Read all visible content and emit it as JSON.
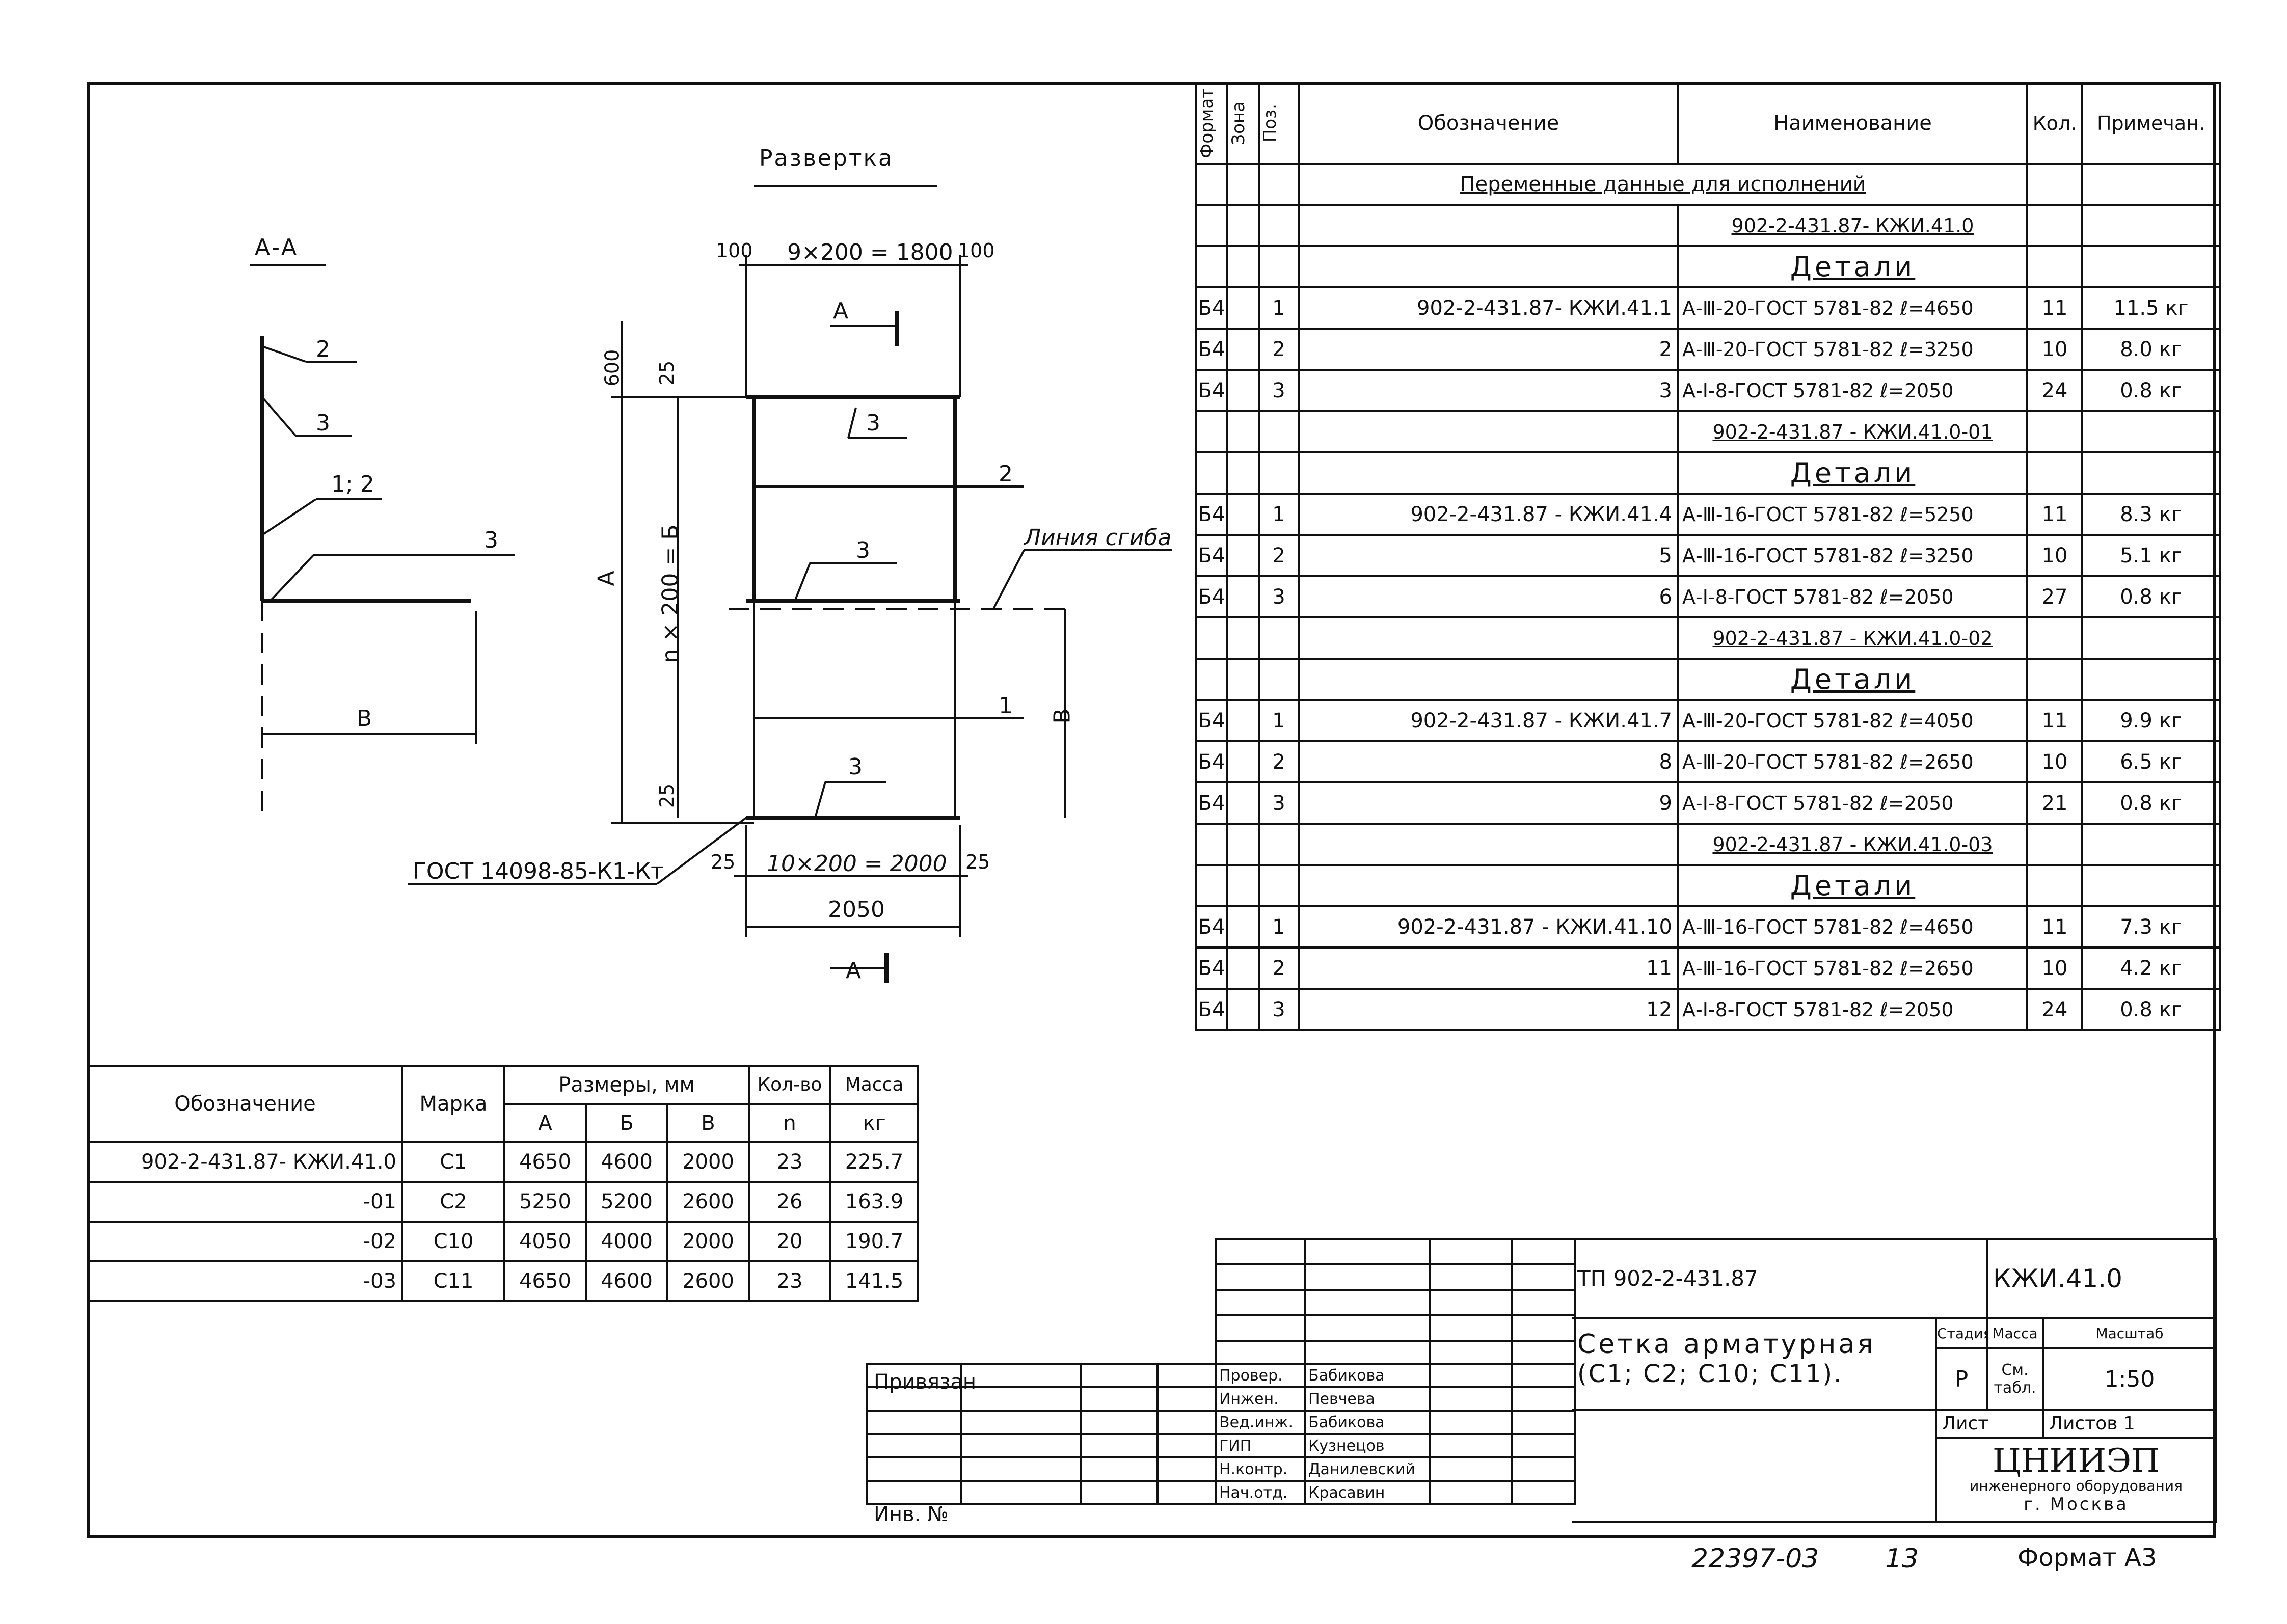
{
  "drawing": {
    "title_razvertka": "Развертка",
    "section_aa": "А-А",
    "labels": {
      "l2": "2",
      "l3a": "3",
      "l12": "1; 2",
      "l3b": "3",
      "dimB_left": "В",
      "d100a": "100",
      "d9x200": "9×200 = 1800",
      "d100b": "100",
      "sectionA_top": "А",
      "sectionA_bottom": "А",
      "d600": "600",
      "d25a": "25",
      "dA": "А",
      "dn200": "n × 200 = Б",
      "d25b": "25",
      "p3a": "3",
      "p2": "2",
      "p3b": "3",
      "fold_line": "Линия сгиба",
      "p1": "1",
      "dimB_right": "В",
      "p3c": "3",
      "gost": "ГОСТ 14098-85-К1-Кт",
      "d25c": "25",
      "d10x200": "10×200 = 2000",
      "d25d": "25",
      "d2050": "2050"
    }
  },
  "spec": {
    "headers": {
      "format": "Формат",
      "zone": "Зона",
      "pos": "Поз.",
      "designation": "Обозначение",
      "name": "Наименование",
      "qty": "Кол.",
      "note": "Примечан."
    },
    "title": "Переменные данные для исполнений",
    "rows": [
      {
        "kind": "variant",
        "name": "902-2-431.87-   КЖИ.41.0"
      },
      {
        "kind": "section",
        "name": "Детали"
      },
      {
        "kind": "item",
        "format": "Б4",
        "pos": "1",
        "des": "902-2-431.87-      КЖИ.41.1",
        "name": "А-Ⅲ-20-ГОСТ 5781-82 ℓ=4650",
        "qty": "11",
        "note": "11.5 кг"
      },
      {
        "kind": "item",
        "format": "Б4",
        "pos": "2",
        "des": "2",
        "name": "А-Ⅲ-20-ГОСТ 5781-82 ℓ=3250",
        "qty": "10",
        "note": "8.0 кг"
      },
      {
        "kind": "item",
        "format": "Б4",
        "pos": "3",
        "des": "3",
        "name": "А-Ⅰ-8-ГОСТ 5781-82 ℓ=2050",
        "qty": "24",
        "note": "0.8 кг"
      },
      {
        "kind": "variant",
        "name": "902-2-431.87 - КЖИ.41.0-01"
      },
      {
        "kind": "section",
        "name": "Детали"
      },
      {
        "kind": "item",
        "format": "Б4",
        "pos": "1",
        "des": "902-2-431.87  -  КЖИ.41.4",
        "name": "А-Ⅲ-16-ГОСТ 5781-82 ℓ=5250",
        "qty": "11",
        "note": "8.3 кг"
      },
      {
        "kind": "item",
        "format": "Б4",
        "pos": "2",
        "des": "5",
        "name": "А-Ⅲ-16-ГОСТ 5781-82 ℓ=3250",
        "qty": "10",
        "note": "5.1 кг"
      },
      {
        "kind": "item",
        "format": "Б4",
        "pos": "3",
        "des": "6",
        "name": "А-Ⅰ-8-ГОСТ 5781-82 ℓ=2050",
        "qty": "27",
        "note": "0.8 кг"
      },
      {
        "kind": "variant",
        "name": "902-2-431.87 - КЖИ.41.0-02"
      },
      {
        "kind": "section",
        "name": "Детали"
      },
      {
        "kind": "item",
        "format": "Б4",
        "pos": "1",
        "des": "902-2-431.87  -  КЖИ.41.7",
        "name": "А-Ⅲ-20-ГОСТ 5781-82 ℓ=4050",
        "qty": "11",
        "note": "9.9 кг"
      },
      {
        "kind": "item",
        "format": "Б4",
        "pos": "2",
        "des": "8",
        "name": "А-Ⅲ-20-ГОСТ 5781-82 ℓ=2650",
        "qty": "10",
        "note": "6.5 кг"
      },
      {
        "kind": "item",
        "format": "Б4",
        "pos": "3",
        "des": "9",
        "name": "А-Ⅰ-8-ГОСТ 5781-82 ℓ=2050",
        "qty": "21",
        "note": "0.8 кг"
      },
      {
        "kind": "variant",
        "name": "902-2-431.87 - КЖИ.41.0-03"
      },
      {
        "kind": "section",
        "name": "Детали"
      },
      {
        "kind": "item",
        "format": "Б4",
        "pos": "1",
        "des": "902-2-431.87    -  КЖИ.41.10",
        "name": "А-Ⅲ-16-ГОСТ 5781-82 ℓ=4650",
        "qty": "11",
        "note": "7.3 кг"
      },
      {
        "kind": "item",
        "format": "Б4",
        "pos": "2",
        "des": "11",
        "name": "А-Ⅲ-16-ГОСТ 5781-82 ℓ=2650",
        "qty": "10",
        "note": "4.2 кг"
      },
      {
        "kind": "item",
        "format": "Б4",
        "pos": "3",
        "des": "12",
        "name": "А-Ⅰ-8-ГОСТ 5781-82 ℓ=2050",
        "qty": "24",
        "note": "0.8 кг"
      }
    ]
  },
  "marks": {
    "headers": {
      "designation": "Обозначение",
      "mark": "Марка",
      "sizes": "Размеры, мм",
      "count": "Кол-во",
      "mass": "Масса",
      "a": "А",
      "b": "Б",
      "v": "В",
      "n": "n",
      "kg": "кг"
    },
    "rows": [
      {
        "des": "902-2-431.87-  КЖИ.41.0",
        "mark": "С1",
        "a": "4650",
        "b": "4600",
        "v": "2000",
        "n": "23",
        "mass": "225.7"
      },
      {
        "des": "-01",
        "mark": "С2",
        "a": "5250",
        "b": "5200",
        "v": "2600",
        "n": "26",
        "mass": "163.9"
      },
      {
        "des": "-02",
        "mark": "С10",
        "a": "4050",
        "b": "4000",
        "v": "2000",
        "n": "20",
        "mass": "190.7"
      },
      {
        "des": "-03",
        "mark": "С11",
        "a": "4650",
        "b": "4600",
        "v": "2600",
        "n": "23",
        "mass": "141.5"
      }
    ]
  },
  "stamp": {
    "bound": "Привязан",
    "inv": "Инв. №",
    "project": "ТП 902-2-431.87",
    "code": "КЖИ.41.0",
    "title_line1": "Сетка арматурная",
    "title_line2": "(С1; С2; С10; С11).",
    "stage_h": "Стадия",
    "mass_h": "Масса",
    "scale_h": "Масштаб",
    "stage": "Р",
    "mass": "См. табл.",
    "scale": "1:50",
    "sheet_h": "Лист",
    "sheets_h": "Листов 1",
    "org": "ЦНИИЭП",
    "org_sub": "инженерного оборудования",
    "org_city": "г. Москва",
    "people": [
      {
        "role": "Провер.",
        "name": "Бабикова"
      },
      {
        "role": "Инжен.",
        "name": "Певчева"
      },
      {
        "role": "Вед.инж.",
        "name": "Бабикова"
      },
      {
        "role": "ГИП",
        "name": "Кузнецов"
      },
      {
        "role": "Н.контр.",
        "name": "Данилевский"
      },
      {
        "role": "Нач.отд.",
        "name": "Красавин"
      }
    ]
  },
  "footer": {
    "doc_number": "22397-03",
    "page": "13",
    "format": "Формат А3"
  }
}
